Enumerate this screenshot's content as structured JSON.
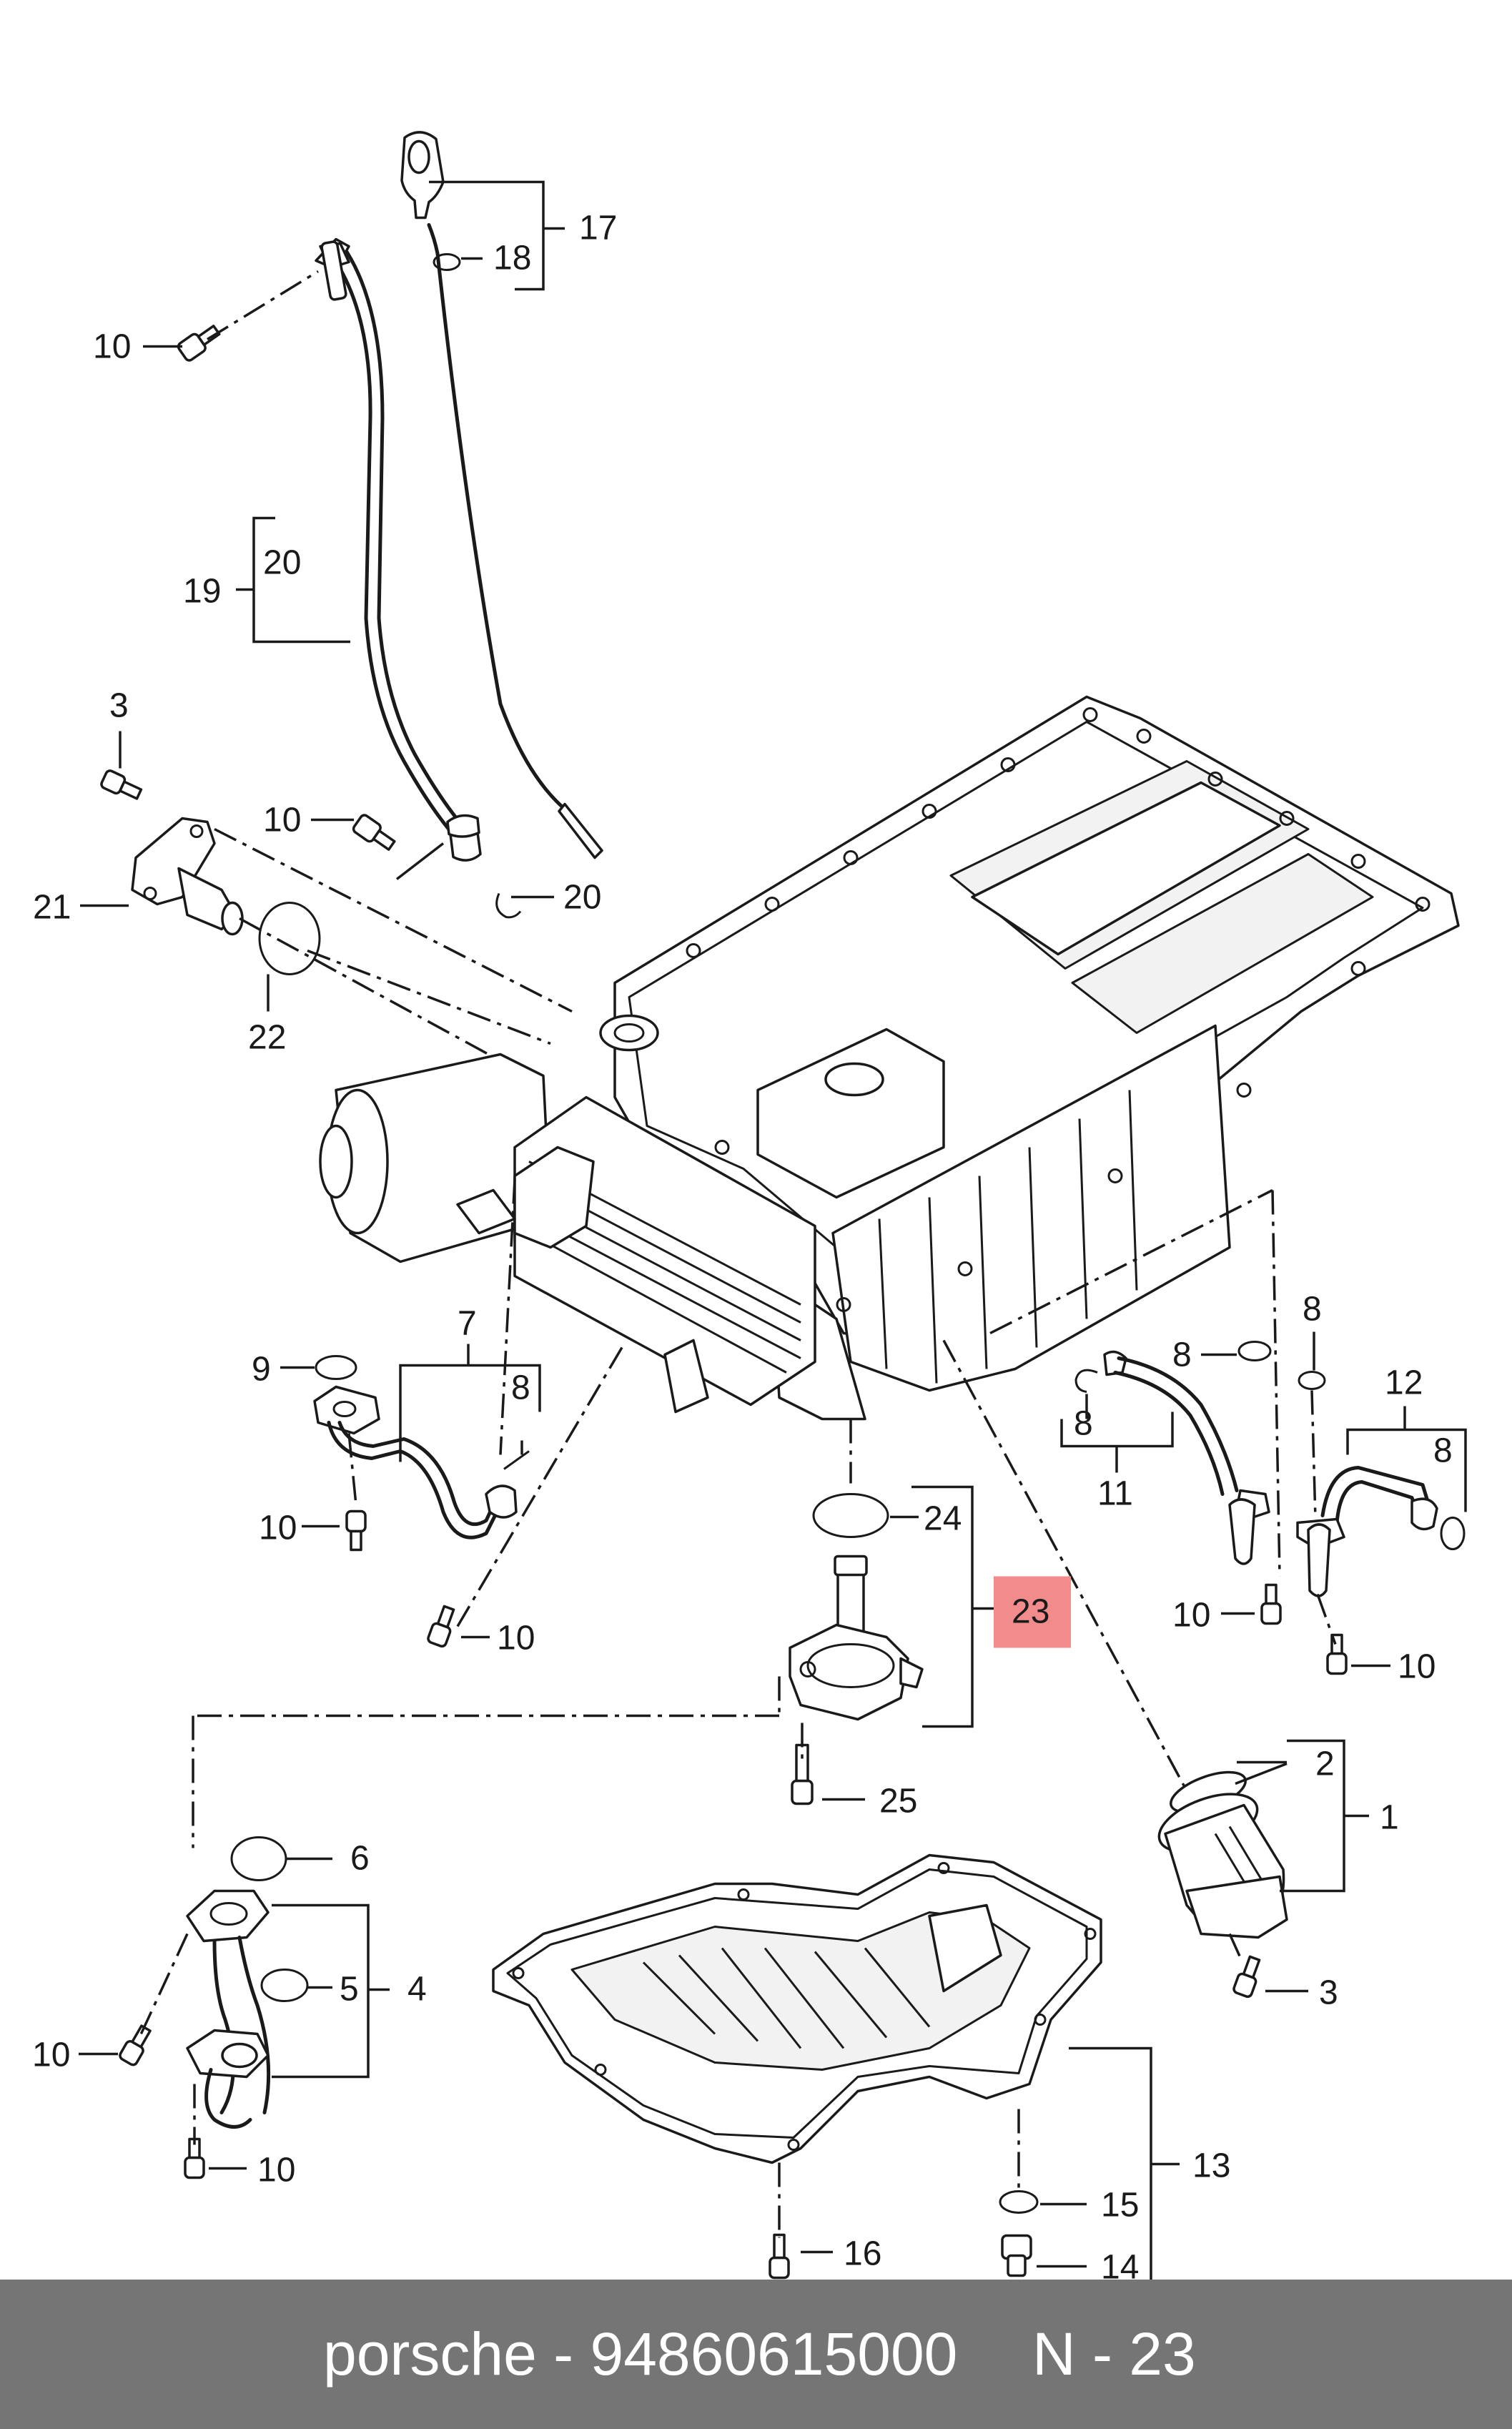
{
  "diagram": {
    "callouts": {
      "c1": "1",
      "c2": "2",
      "c3a": "3",
      "c3b": "3",
      "c4": "4",
      "c5": "5",
      "c6": "6",
      "c7": "7",
      "c8a": "8",
      "c8b": "8",
      "c8c": "8",
      "c8d": "8",
      "c8e": "8",
      "c9": "9",
      "c10a": "10",
      "c10b": "10",
      "c10c": "10",
      "c10d": "10",
      "c10e": "10",
      "c10f": "10",
      "c10g": "10",
      "c10h": "10",
      "c11": "11",
      "c12": "12",
      "c13": "13",
      "c14": "14",
      "c15": "15",
      "c16": "16",
      "c17": "17",
      "c18": "18",
      "c19": "19",
      "c20a": "20",
      "c20b": "20",
      "c21": "21",
      "c22": "22",
      "c23": "23",
      "c24": "24",
      "c25": "25"
    },
    "highlight_color": "#f28b8b"
  },
  "footer": {
    "text": "porsche - 94860615000",
    "ref": "N - 23",
    "background": "#757575"
  }
}
